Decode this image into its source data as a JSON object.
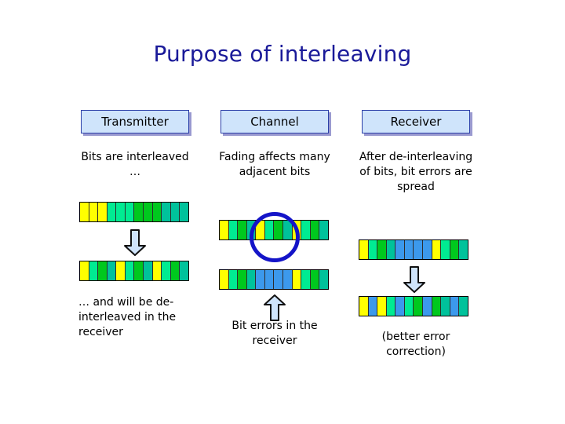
{
  "slide": {
    "title": "Purpose of interleaving",
    "title_color": "#1a1a99",
    "background": "#ffffff"
  },
  "palette": {
    "yellow": "#ffff00",
    "spring": "#00eb92",
    "green": "#00c81e",
    "teal": "#00c29b",
    "error_blue": "#3c99ec",
    "box_fill": "#cfe4fb",
    "box_border": "#2b3fa8",
    "box_shadow": "#9a9ad0",
    "arrow_fill": "#cfe4fb",
    "arrow_border": "#111111",
    "circle_stroke": "#1414c8",
    "cell_border": "#2d2d2d"
  },
  "columns": {
    "transmitter": {
      "header": "Transmitter",
      "caption_top": "Bits are interleaved …",
      "caption_bottom": "… and will be de-interleaved in the receiver",
      "strips": [
        {
          "name": "original-bits",
          "cells": [
            "yellow",
            "yellow",
            "yellow",
            "spring",
            "spring",
            "spring",
            "green",
            "green",
            "green",
            "teal",
            "teal",
            "teal"
          ]
        },
        {
          "name": "interleaved-bits",
          "cells": [
            "yellow",
            "spring",
            "green",
            "teal",
            "yellow",
            "spring",
            "green",
            "teal",
            "yellow",
            "spring",
            "green",
            "teal"
          ]
        }
      ],
      "arrow": {
        "name": "interleave-arrow",
        "direction": "down"
      }
    },
    "channel": {
      "header": "Channel",
      "caption_top": "Fading affects many adjacent bits",
      "caption_bottom": "Bit errors in the receiver",
      "strips": [
        {
          "name": "channel-input-bits",
          "cells": [
            "yellow",
            "spring",
            "green",
            "teal",
            "yellow",
            "spring",
            "green",
            "teal",
            "yellow",
            "spring",
            "green",
            "teal"
          ]
        },
        {
          "name": "channel-output-bits-with-errors",
          "cells": [
            "yellow",
            "spring",
            "green",
            "teal",
            "error_blue",
            "error_blue",
            "error_blue",
            "error_blue",
            "yellow",
            "spring",
            "green",
            "teal"
          ]
        }
      ],
      "arrow": {
        "name": "bit-errors-arrow",
        "direction": "up"
      },
      "highlight": {
        "name": "fading-burst-circle",
        "shape": "circle"
      }
    },
    "receiver": {
      "header": "Receiver",
      "caption_top": "After de-interleaving of bits, bit errors are spread",
      "caption_bottom": "(better error correction)",
      "strips": [
        {
          "name": "received-interleaved-bits",
          "cells": [
            "yellow",
            "spring",
            "green",
            "teal",
            "error_blue",
            "error_blue",
            "error_blue",
            "error_blue",
            "yellow",
            "spring",
            "green",
            "teal"
          ]
        },
        {
          "name": "deinterleaved-bits",
          "cells": [
            "yellow",
            "error_blue",
            "yellow",
            "spring",
            "error_blue",
            "spring",
            "green",
            "error_blue",
            "green",
            "teal",
            "error_blue",
            "teal"
          ]
        }
      ],
      "arrow": {
        "name": "deinterleave-arrow",
        "direction": "down"
      }
    }
  }
}
